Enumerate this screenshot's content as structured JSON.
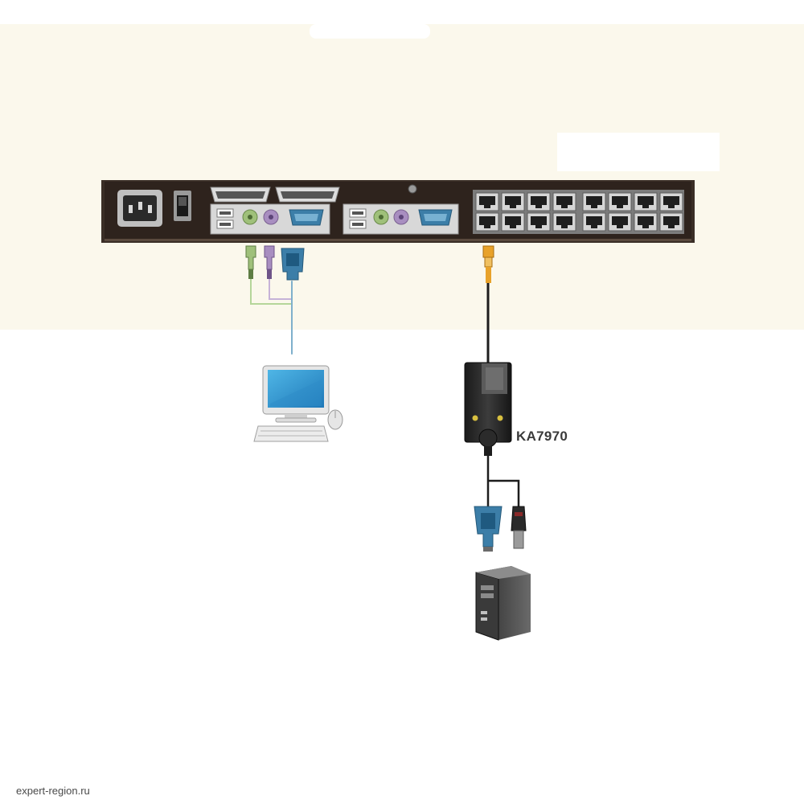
{
  "diagram": {
    "adapter": {
      "label": "KA7970"
    },
    "kvm_switch": {
      "usb_console_ports": 2,
      "rj45_ports": 16
    },
    "watermark": "expert-region.ru"
  },
  "colors": {
    "background_band": "#fbf8ec",
    "switch_body": "#2e231d",
    "ps2_green": "#9fc07a",
    "ps2_purple": "#a88ec0",
    "vga_blue": "#3c7ea8",
    "cat5_orange": "#e8a22a",
    "cable": "#1d1d1d"
  },
  "icons": [
    "power-inlet-icon",
    "power-switch-icon",
    "parallel-port-icon",
    "usb-port-icon",
    "ps2-port-icon",
    "vga-port-icon",
    "rj45-port-icon",
    "monitor-icon",
    "keyboard-icon",
    "mouse-icon",
    "pc-tower-icon",
    "vga-connector-icon",
    "usb-plug-icon",
    "rj45-plug-icon"
  ]
}
